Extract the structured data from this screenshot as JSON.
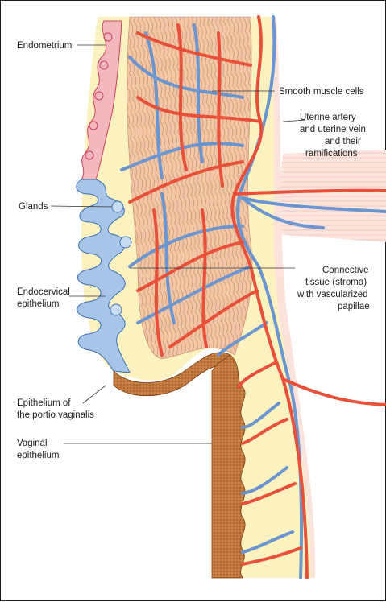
{
  "labels": {
    "endometrium": "Endometrium",
    "smooth_muscle": "Smooth muscle cells",
    "uterine_artery": [
      "Uterine artery",
      "and uterine vein",
      "and their",
      "ramifications"
    ],
    "glands": "Glands",
    "connective_tissue": [
      "Connective",
      "tissue (stroma)",
      "with vascularized",
      "papillae"
    ],
    "endocervical": [
      "Endocervical",
      "epithelium"
    ],
    "portio": [
      "Epithelium of",
      "the portio vaginalis"
    ],
    "vaginal": [
      "Vaginal",
      "epithelium"
    ]
  },
  "colors": {
    "artery": "#e8503a",
    "vein": "#6b95cf",
    "muscle": "#f2c7a8",
    "stroma": "#fbf2c0",
    "endometrium": "#e56a7a",
    "endocervical": "#a8c4e8",
    "vaginal_epithelium": "#b8642a",
    "external_tissue": "#fbe3dc"
  }
}
